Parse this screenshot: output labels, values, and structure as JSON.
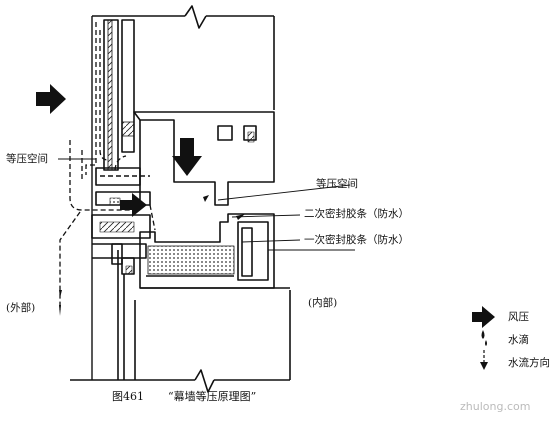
{
  "labels": {
    "pressure_space_left": "等压空间",
    "pressure_space_right": "等压空间",
    "secondary_seal": "二次密封胶条（防水）",
    "primary_seal": "一次密封胶条（防水）",
    "outside": "(外部)",
    "inside": "(内部)"
  },
  "legend": {
    "wind": "风压",
    "drip": "水滴",
    "flow": "水流方向"
  },
  "caption": {
    "figure_no": "图461",
    "title": "“幕墙等压原理图”"
  },
  "watermark": "zhulong.com",
  "icons": [
    "wind-arrow-icon",
    "water-drip-icon",
    "water-flow-arrow-icon",
    "break-line-icon"
  ]
}
